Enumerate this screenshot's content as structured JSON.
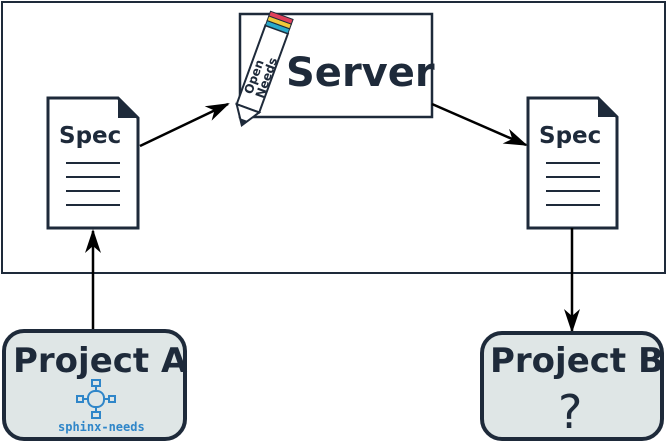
{
  "diagram": {
    "server": {
      "label": "Server",
      "logo_text": [
        "Open",
        "Needs"
      ]
    },
    "spec_left": {
      "label": "Spec"
    },
    "spec_right": {
      "label": "Spec"
    },
    "project_a": {
      "label": "Project A",
      "logo_text": "sphinx-needs"
    },
    "project_b": {
      "label": "Project B",
      "symbol": "?"
    },
    "colors": {
      "stroke": "#1e2a3a",
      "project_fill": "#dfe6e6",
      "logo_blue": "#2f86c9",
      "pencil_stripes": [
        "#2aa9c9",
        "#f0c93a",
        "#e0405a"
      ]
    }
  }
}
